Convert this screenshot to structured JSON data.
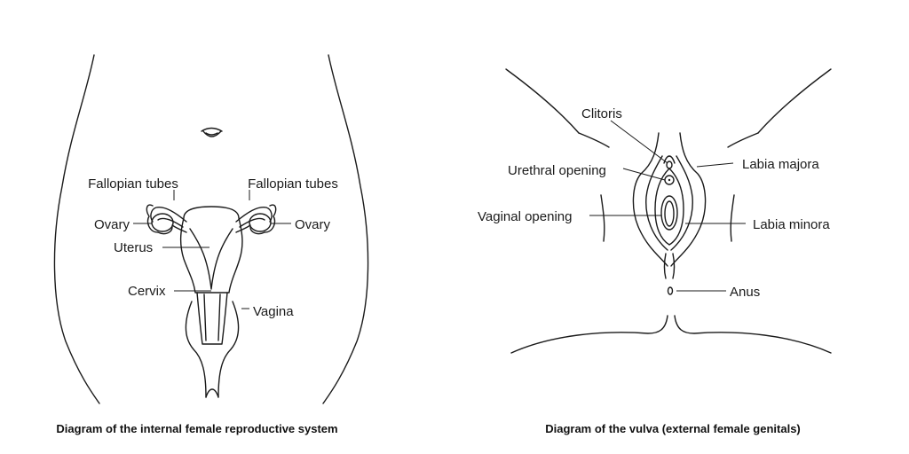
{
  "internal": {
    "labels": {
      "fallopian_left": "Fallopian tubes",
      "fallopian_right": "Fallopian tubes",
      "ovary_left": "Ovary",
      "ovary_right": "Ovary",
      "uterus": "Uterus",
      "cervix": "Cervix",
      "vagina": "Vagina"
    },
    "caption": "Diagram of the internal female reproductive system"
  },
  "vulva": {
    "labels": {
      "clitoris": "Clitoris",
      "urethral_opening": "Urethral opening",
      "labia_majora": "Labia majora",
      "vaginal_opening": "Vaginal opening",
      "labia_minora": "Labia minora",
      "anus": "Anus"
    },
    "caption": "Diagram of the vulva (external female genitals)"
  },
  "colors": {
    "stroke": "#1a1a1a",
    "background": "#ffffff"
  }
}
